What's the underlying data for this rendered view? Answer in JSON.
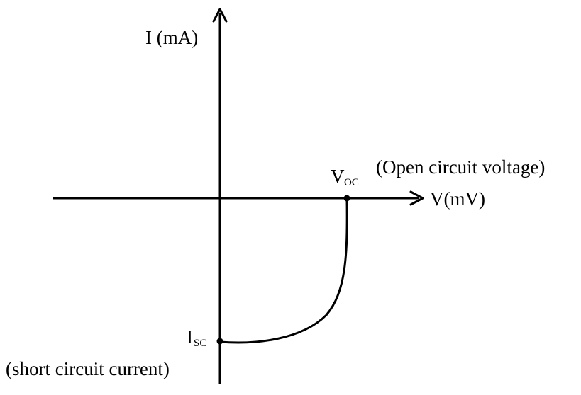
{
  "axes": {
    "y_label": "I (mA)",
    "x_label": "V(mV)"
  },
  "points": {
    "voc": {
      "symbol": "V",
      "subscript": "OC",
      "description": "(Open circuit voltage)"
    },
    "isc": {
      "symbol": "I",
      "subscript": "SC",
      "description": "(short circuit current)"
    }
  },
  "colors": {
    "ink": "#000000",
    "background": "#ffffff"
  }
}
